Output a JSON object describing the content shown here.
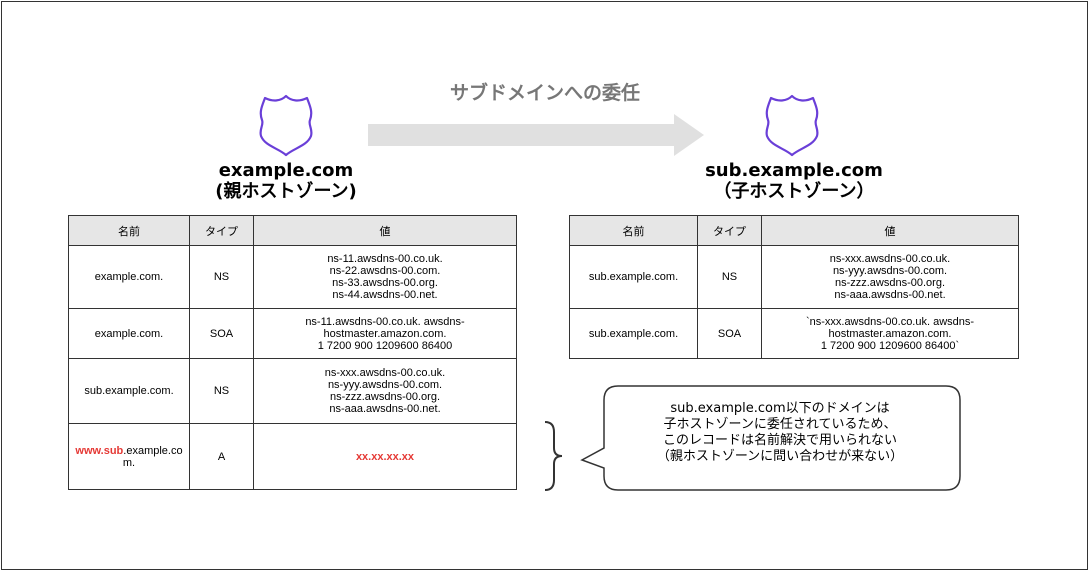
{
  "diagram": {
    "arrow_label": "サブドメインへの委任",
    "parent_zone": {
      "name": "example.com",
      "subtitle": "(親ホストゾーン)",
      "headers": [
        "名前",
        "タイプ",
        "値"
      ],
      "records": [
        {
          "name": "example.com.",
          "type": "NS",
          "value": "ns-11.awsdns-00.co.uk.\nns-22.awsdns-00.com.\nns-33.awsdns-00.org.\nns-44.awsdns-00.net."
        },
        {
          "name": "example.com.",
          "type": "SOA",
          "value": "ns-11.awsdns-00.co.uk. awsdns-\nhostmaster.amazon.com.\n1 7200 900 1209600 86400"
        },
        {
          "name": "sub.example.com.",
          "type": "NS",
          "value": "ns-xxx.awsdns-00.co.uk.\nns-yyy.awsdns-00.com.\nns-zzz.awsdns-00.org.\nns-aaa.awsdns-00.net."
        }
      ],
      "highlight_record": {
        "name_prefix": "www.sub",
        "name_rest1": ".example.co",
        "name_rest2": "m.",
        "type": "A",
        "value": "xx.xx.xx.xx"
      }
    },
    "child_zone": {
      "name": "sub.example.com",
      "subtitle": "（子ホストゾーン）",
      "headers": [
        "名前",
        "タイプ",
        "値"
      ],
      "records": [
        {
          "name": "sub.example.com.",
          "type": "NS",
          "value": "ns-xxx.awsdns-00.co.uk.\nns-yyy.awsdns-00.com.\nns-zzz.awsdns-00.org.\nns-aaa.awsdns-00.net."
        },
        {
          "name": "sub.example.com.",
          "type": "SOA",
          "value": "`ns-xxx.awsdns-00.co.uk. awsdns-\nhostmaster.amazon.com.\n1 7200 900 1209600 86400`"
        }
      ]
    },
    "callout": "sub.example.com以下のドメインは\n子ホストゾーンに委任されているため、\nこのレコードは名前解決で用いられない\n（親ホストゾーンに問い合わせが来ない）",
    "icons": [
      "shield-icon",
      "arrow-right-icon",
      "curly-brace-icon"
    ],
    "colors": {
      "shield": "#6a3fd8",
      "arrow": "#e0e0e0",
      "highlight": "#e53935",
      "header_bg": "#e6e6e6"
    }
  }
}
